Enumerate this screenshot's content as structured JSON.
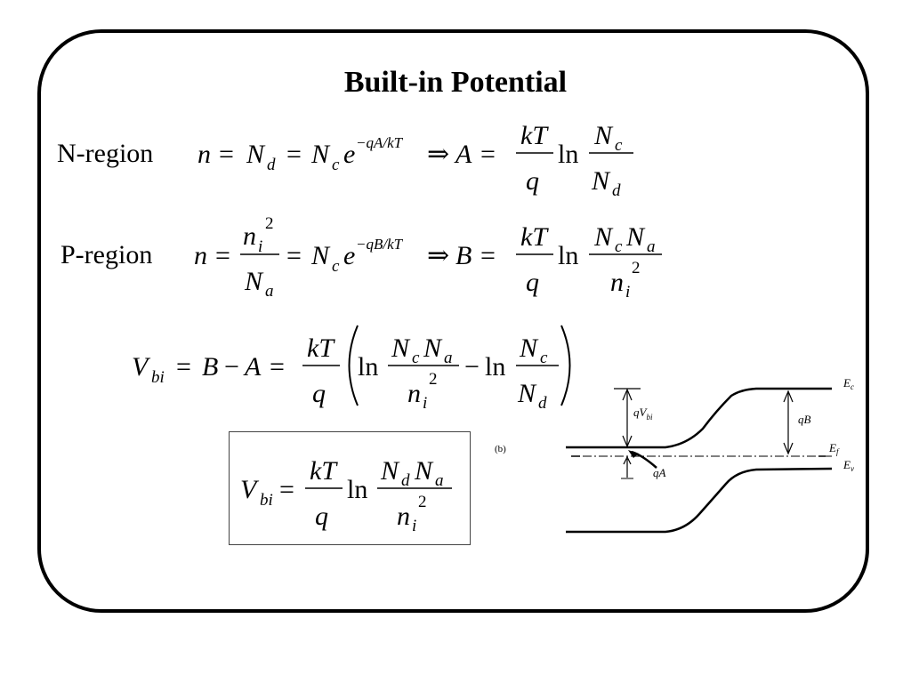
{
  "title": "Built-in Potential",
  "labels": {
    "n_region": "N-region",
    "p_region": "P-region",
    "figure": "(b)"
  },
  "equations": {
    "n_region": "n = N_d = N_c e^(−qA/kT) ⇒ A = (kT/q) ln(N_c/N_d)",
    "p_region": "n = n_i^2/N_a = N_c e^(−qB/kT) ⇒ B = (kT/q) ln(N_c N_a/n_i^2)",
    "vbi_difference": "V_bi = B − A = (kT/q)(ln(N_c N_a/n_i^2) − ln(N_c/N_d))",
    "vbi_result": "V_bi = (kT/q) ln(N_d N_a/n_i^2)"
  },
  "band_diagram": {
    "ec_label": "E_c",
    "ef_label": "E_f",
    "ev_label": "E_v",
    "qvbi_label": "qV_bi",
    "qb_label": "qB",
    "qa_label": "qA"
  }
}
